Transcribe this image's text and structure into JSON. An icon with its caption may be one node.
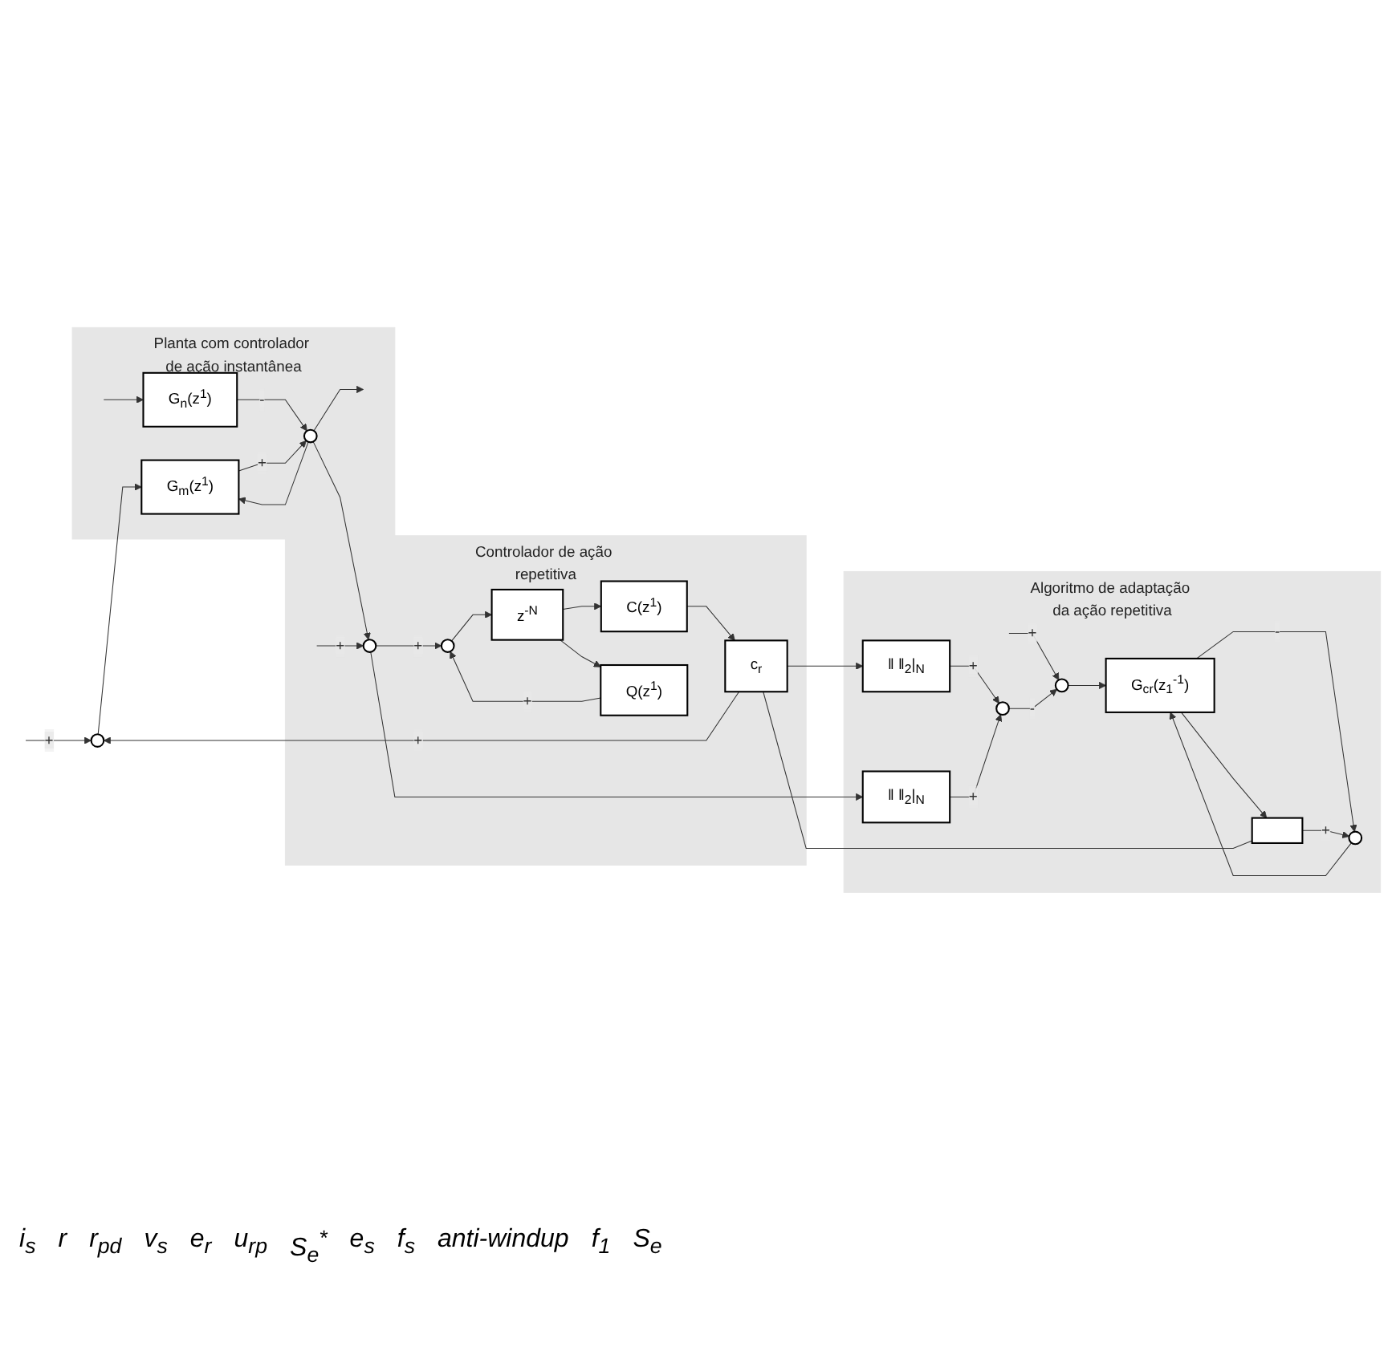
{
  "diagram": {
    "nodes": [
      {
        "text": [
          "Controlador de ação repetitiva"
        ]
      },
      {
        "text": [],
        "shape": "circle",
        "in": 0
      },
      {
        "text": [],
        "shape": "circle",
        "in": 0
      },
      {
        "text": [
          "z$^{-N}$"
        ],
        "in": 0
      },
      {
        "text": [
          "C(z$^{1}$)"
        ],
        "in": 0
      },
      {
        "text": [
          "c$_{r}$"
        ],
        "in": 0
      },
      {
        "text": [
          "Q(z$^{1}$)"
        ],
        "in": 0
      },
      {
        "text": [],
        "shape": "circle"
      },
      {
        "text": [
          "Planta com controlador de ação instantânea"
        ]
      },
      {
        "text": [
          "G$_{n}$(z$^{1}$)"
        ],
        "in": 8
      },
      {
        "text": [
          "G$_{m}$(z$^{1}$)"
        ],
        "in": 8
      },
      {
        "text": [],
        "shape": "circle",
        "in": 8
      },
      {
        "text": [
          "Algoritmo de adaptação da ação repetitiva"
        ]
      },
      {
        "text": [],
        "shape": "circle",
        "in": 12
      },
      {
        "text": [
          "G$_{cr}$(z$_{1}$$^{-1}$)"
        ],
        "in": 12
      },
      {
        "text": [],
        "shape": "box",
        "in": 12
      },
      {
        "text": [],
        "shape": "circle",
        "in": 12
      },
      {
        "text": [
          "‖ ‖$_{2}$|$_{N}$"
        ],
        "in": 12
      },
      {
        "text": [
          "‖ ‖$_{2}$|$_{N}$"
        ],
        "in": 12
      },
      {
        "text": [],
        "shape": "circle",
        "in": 12
      }
    ],
    "edges": [
      {
        "from": null,
        "to": 7,
        "arrow": "to",
        "label": "+"
      },
      {
        "from": null,
        "to": 1,
        "arrow": "to",
        "label": "+"
      },
      {
        "from": 1,
        "to": 2,
        "arrow": "to",
        "label": "+"
      },
      {
        "from": 2,
        "to": 3,
        "arrow": "to"
      },
      {
        "from": 3,
        "to": 4,
        "arrow": "to"
      },
      {
        "from": 3,
        "to": 6,
        "arrow": "to"
      },
      {
        "from": 6,
        "to": 2,
        "arrow": "to",
        "label": "+"
      },
      {
        "from": 4,
        "to": 5,
        "arrow": "to"
      },
      {
        "from": 5,
        "to": 7,
        "arrow": "to",
        "label": "+"
      },
      {
        "from": 7,
        "to": 10,
        "arrow": "to"
      },
      {
        "from": null,
        "to": 9,
        "arrow": "to"
      },
      {
        "from": 9,
        "to": 11,
        "arrow": "to",
        "label": "-"
      },
      {
        "from": 10,
        "to": 11,
        "arrow": "to",
        "label": "+"
      },
      {
        "from": 11,
        "to": null,
        "arrow": "to"
      },
      {
        "from": 11,
        "to": 10,
        "arrow": "to"
      },
      {
        "from": 11,
        "to": 1,
        "arrow": "to"
      },
      {
        "from": null,
        "to": 13,
        "arrow": "to",
        "label": "+"
      },
      {
        "from": 13,
        "to": 14,
        "arrow": "to"
      },
      {
        "from": 14,
        "to": 15,
        "arrow": "to"
      },
      {
        "from": 14,
        "to": 16,
        "arrow": "to",
        "label": "-"
      },
      {
        "from": 15,
        "to": 16,
        "arrow": "to",
        "label": "+"
      },
      {
        "from": 16,
        "to": 14,
        "arrow": "to"
      },
      {
        "from": 15,
        "to": 5,
        "arrow": "none"
      },
      {
        "from": 5,
        "to": 17,
        "arrow": "to"
      },
      {
        "from": 1,
        "to": 18,
        "arrow": "to"
      },
      {
        "from": 17,
        "to": 19,
        "arrow": "to",
        "label": "+"
      },
      {
        "from": 18,
        "to": 19,
        "arrow": "to",
        "label": "+"
      },
      {
        "from": 19,
        "to": 13,
        "arrow": "to",
        "label": "-"
      }
    ],
    "labels": [
      "i$_{s}$",
      "r",
      "r$_{pd}$",
      "v$_{s}$",
      "e$_{r}$",
      "u$_{rp}$",
      "S$_{e}$$^{*}$",
      "e$_{s}$",
      "f$_{s}$",
      "anti-windup",
      "f$_{1}$",
      "S$_{e}$"
    ]
  }
}
